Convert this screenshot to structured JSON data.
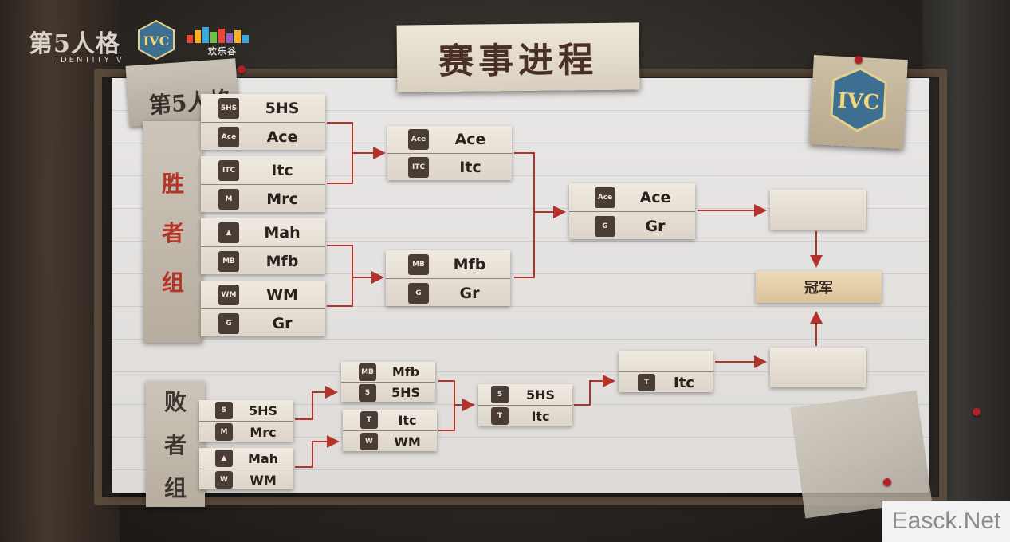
{
  "title": "赛事进程",
  "logos": {
    "game_name": "第5人格",
    "game_subtitle": "IDENTITY V",
    "event": "IVC",
    "sponsor": "欢乐谷"
  },
  "winners_label": [
    "胜",
    "者",
    "组"
  ],
  "losers_label": [
    "败",
    "者",
    "组"
  ],
  "champion_label": "冠军",
  "winners_round1": [
    {
      "top": "5HS",
      "bottom": "Ace"
    },
    {
      "top": "Itc",
      "bottom": "Mrc"
    },
    {
      "top": "Mah",
      "bottom": "Mfb"
    },
    {
      "top": "WM",
      "bottom": "Gr"
    }
  ],
  "winners_round2": [
    {
      "top": "Ace",
      "bottom": "Itc"
    },
    {
      "top": "Mfb",
      "bottom": "Gr"
    }
  ],
  "winners_final": {
    "top": "Ace",
    "bottom": "Gr"
  },
  "losers_round1": [
    {
      "top": "5HS",
      "bottom": "Mrc"
    },
    {
      "top": "Mah",
      "bottom": "WM"
    }
  ],
  "losers_round2": [
    {
      "top": "Mfb",
      "bottom": "5HS"
    },
    {
      "top": "Itc",
      "bottom": "WM"
    }
  ],
  "losers_round3": {
    "top": "5HS",
    "bottom": "Itc"
  },
  "losers_round4": {
    "top": "",
    "bottom": "Itc"
  },
  "watermark": "Easck.Net",
  "colors": {
    "arrow": "#b2332b",
    "accent": "#b63528"
  }
}
